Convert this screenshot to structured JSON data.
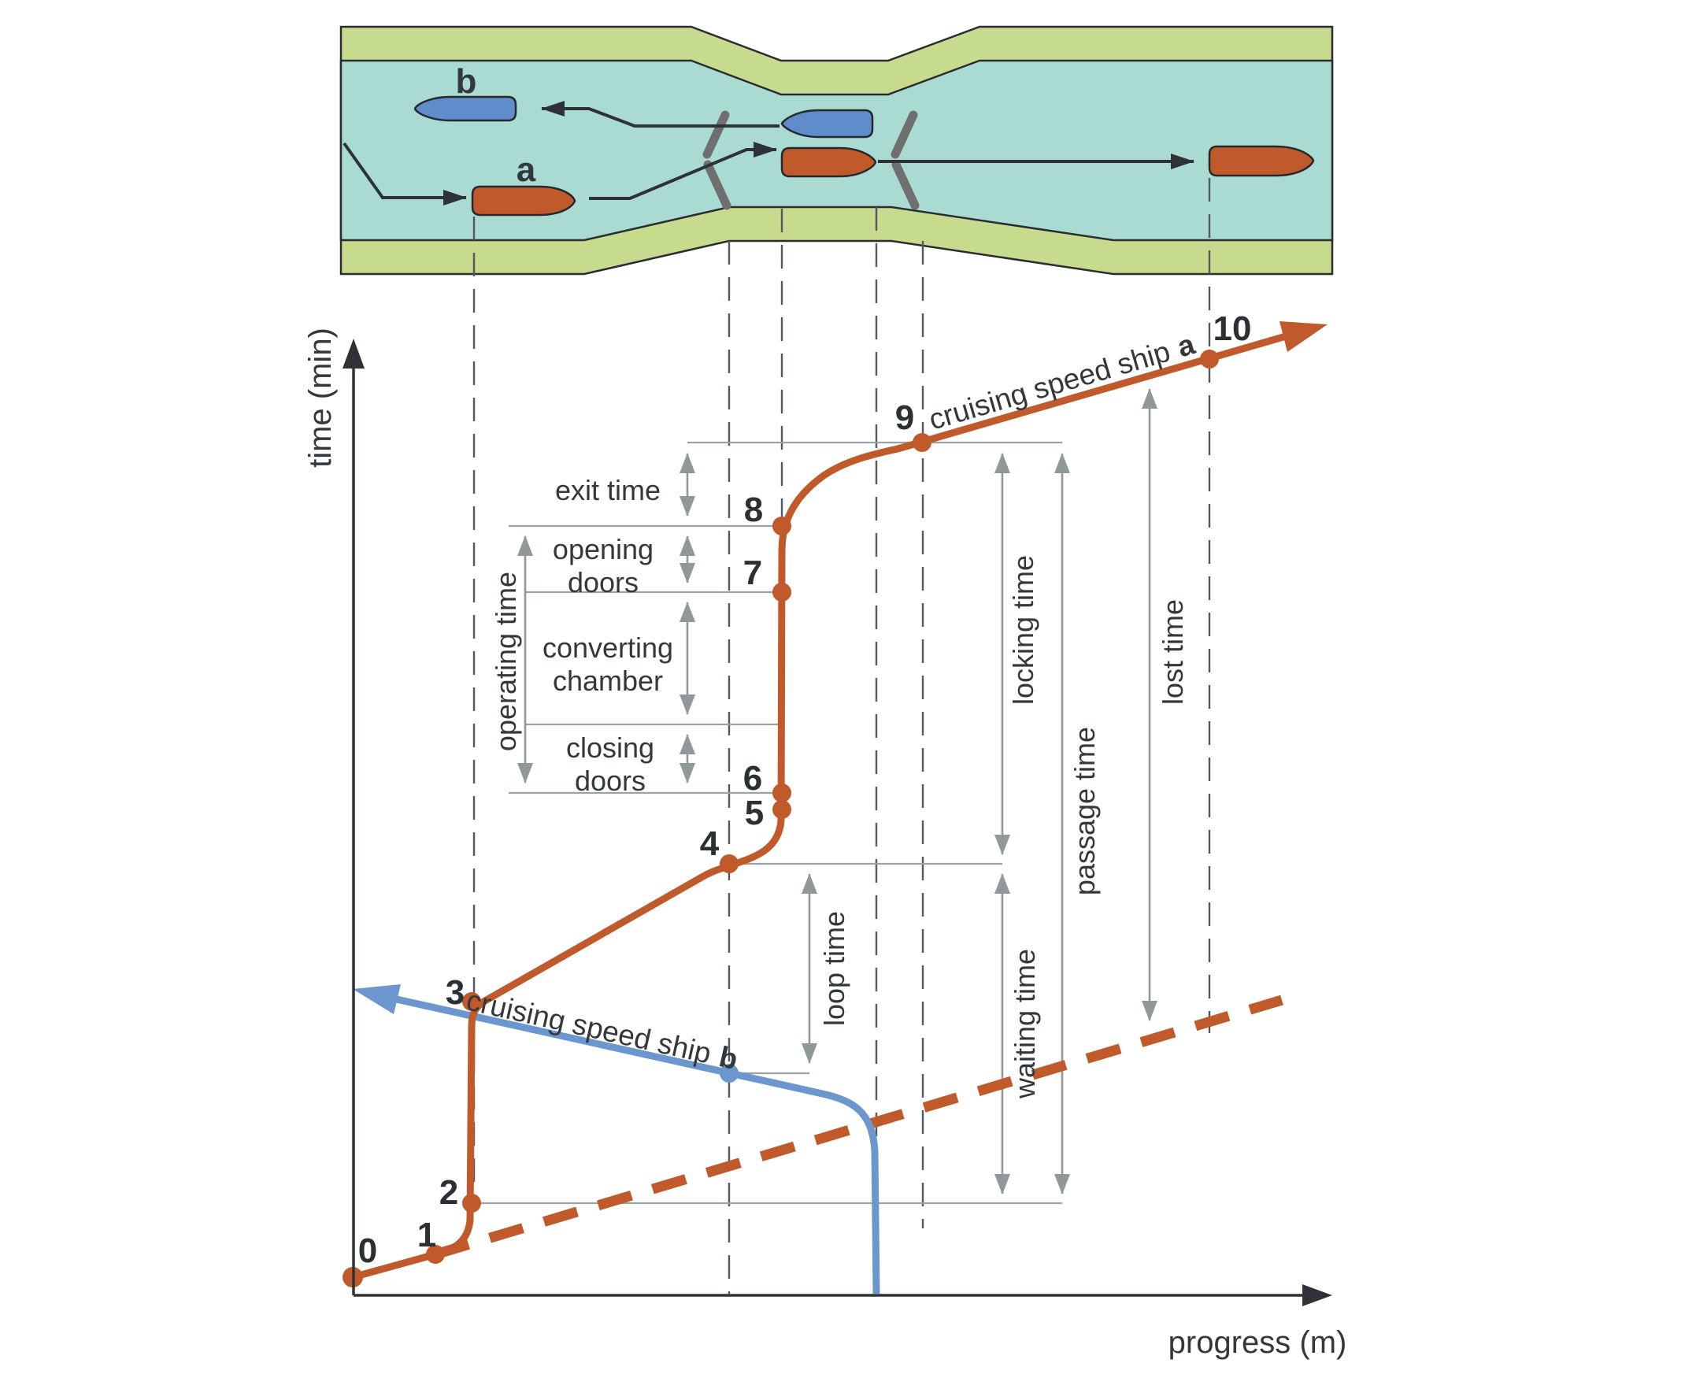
{
  "colors": {
    "orange": "#c05a2b",
    "blue_line": "#6c96ce",
    "ship_blue": "#5f8cca",
    "water": "#a9dbd2",
    "bank_green": "#c7db8e",
    "measure_gray": "#8f999a",
    "guide_dash": "#54595c",
    "text_dark": "#33383c"
  },
  "canal": {
    "ship_a_label": "a",
    "ship_b_label": "b"
  },
  "axes": {
    "y_label": "time (min)",
    "x_label": "progress (m)"
  },
  "milestones": [
    "0",
    "1",
    "2",
    "3",
    "4",
    "5",
    "6",
    "7",
    "8",
    "9",
    "10"
  ],
  "labels": {
    "exit_time": "exit time",
    "opening_line1": "opening",
    "opening_line2": "doors",
    "converting_line1": "converting",
    "converting_line2": "chamber",
    "closing_line1": "closing",
    "closing_line2": "doors",
    "operating_time": "operating time",
    "loop_time": "loop time",
    "locking_time": "locking time",
    "passage_time": "passage time",
    "waiting_time": "waiting time",
    "lost_time": "lost time",
    "cruising_a_text": "cruising speed ship",
    "cruising_a_ship": "a",
    "cruising_b_text": "cruising speed ship",
    "cruising_b_ship": "b"
  }
}
